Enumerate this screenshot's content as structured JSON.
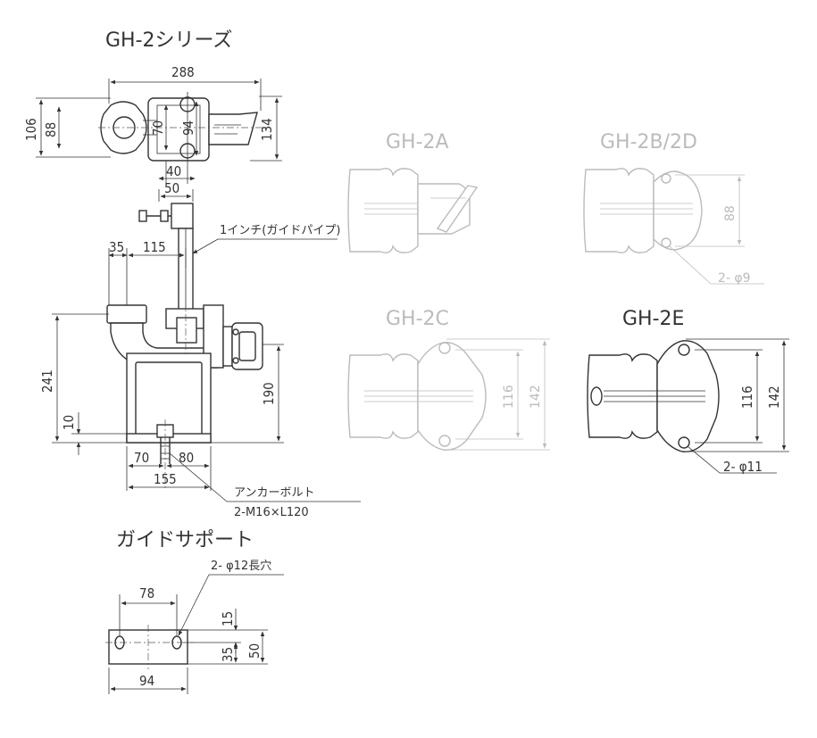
{
  "titles": {
    "series": "GH-2シリーズ",
    "gh2a": "GH-2A",
    "gh2bd": "GH-2B/2D",
    "gh2c": "GH-2C",
    "gh2e": "GH-2E",
    "guide_support": "ガイドサポート"
  },
  "notes": {
    "guide_pipe": "1インチ(ガイドパイプ)",
    "anchor_bolt": "アンカーボルト",
    "anchor_spec": "2-M16×L120",
    "hole_9": "2- φ9",
    "hole_11": "2- φ11",
    "slot_12": "2- φ12長穴"
  },
  "dims": {
    "d288": "288",
    "d106": "106",
    "d88_top": "88",
    "d70_top": "70",
    "d94_top": "94",
    "d134": "134",
    "d40": "40",
    "d50_top": "50",
    "d35": "35",
    "d115": "115",
    "d241": "241",
    "d10": "10",
    "d190": "190",
    "d70_bot": "70",
    "d80": "80",
    "d155": "155",
    "d88_bd": "88",
    "d116_c": "116",
    "d142_c": "142",
    "d116_e": "116",
    "d142_e": "142",
    "d78": "78",
    "d94_sup": "94",
    "d15": "15",
    "d35_sup": "35",
    "d50_sup": "50"
  }
}
